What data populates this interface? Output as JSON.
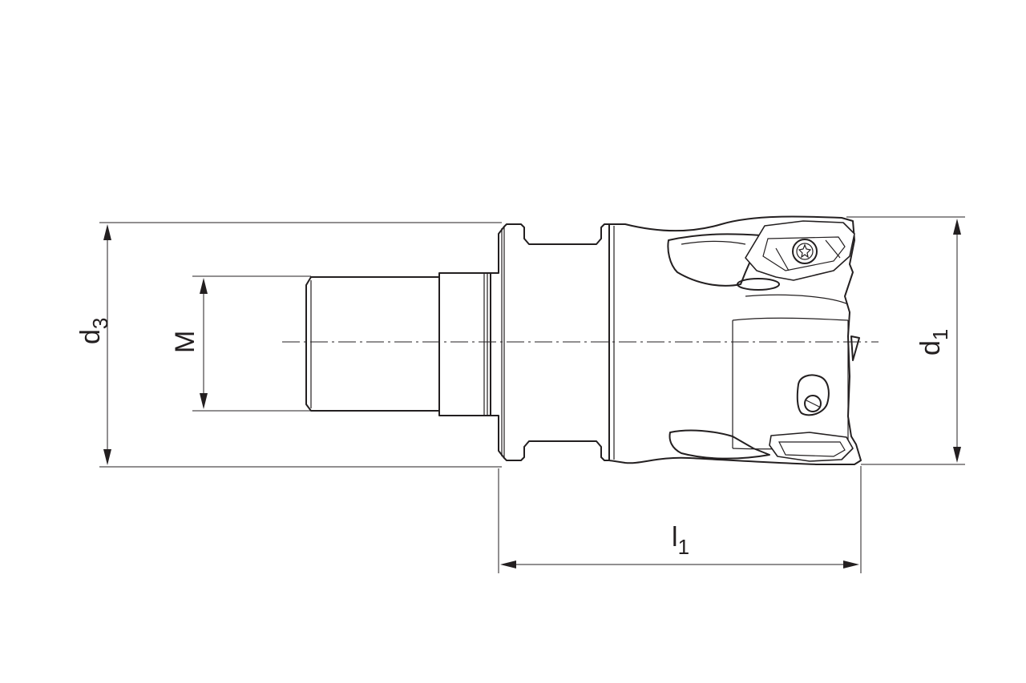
{
  "dimensions": {
    "d3": {
      "main": "d",
      "sub": "3"
    },
    "m": {
      "main": "M"
    },
    "d1": {
      "main": "d",
      "sub": "1"
    },
    "l1": {
      "main": "l",
      "sub": "1"
    }
  }
}
